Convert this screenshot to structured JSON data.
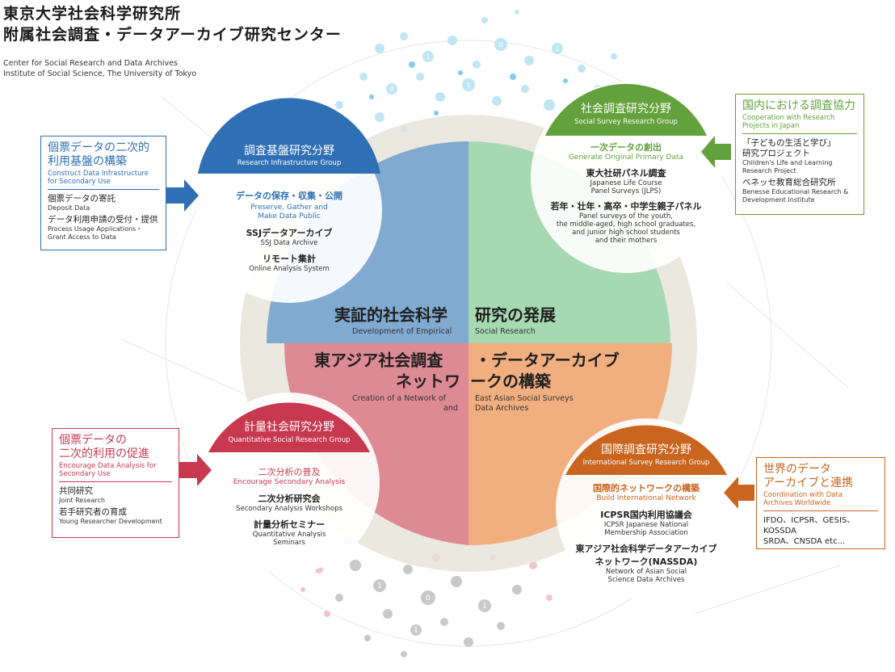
{
  "header": {
    "title_line1": "東京大学社会科学研究所",
    "title_line2": "附属社会調査・データアーカイブ研究センター",
    "en_line1": "Center for Social Research and Data Archives",
    "en_line2": "Institute of Social Science, The University of Tokyo"
  },
  "colors": {
    "blue": "#2f70b5",
    "green": "#63a13c",
    "red": "#c8384f",
    "orange": "#c9651f",
    "ring": "#e4e0d6"
  },
  "center": {
    "top_left_jp": "実証的社会科学",
    "top_right_jp": "研究の発展",
    "top_left_en": "Development of Empirical",
    "top_right_en": "Social Research",
    "bottom_line1_left": "東アジア社会調査",
    "bottom_line1_right": "・データアーカイブ",
    "bottom_line2_left": "ネットワ",
    "bottom_line2_right": "ークの構築",
    "bottom_en_left1": "Creation of a Network of",
    "bottom_en_left2": "and",
    "bottom_en_right1": "East Asian Social Surveys",
    "bottom_en_right2": "Data Archives"
  },
  "groups": {
    "infra": {
      "title": "調査基盤研究分野",
      "title_en": "Research Infrastructure Group",
      "sub": "データの保存・収集・公開",
      "sub_en1": "Preserve, Gather and",
      "sub_en2": "Make  Data  Public",
      "items": [
        {
          "jp": "SSJデータアーカイブ",
          "en": "SSJ Data Archive"
        },
        {
          "jp": "リモート集計",
          "en": "Online Analysis System"
        }
      ]
    },
    "survey": {
      "title": "社会調査研究分野",
      "title_en": "Social Survey Research Group",
      "sub": "一次データの創出",
      "sub_en": "Generate Original Primary Data",
      "item1_jp": "東大社研パネル調査",
      "item1_en1": "Japanese Life Course",
      "item1_en2": "Panel Surveys (JLPS)",
      "item2_jp": "若年・壮年・高卒・中学生親子パネル",
      "item2_en1": "Panel surveys of the youth,",
      "item2_en2": "the middle-aged, high school graduates,",
      "item2_en3": "and junior high school students",
      "item2_en4": "and their mothers"
    },
    "quant": {
      "title": "計量社会研究分野",
      "title_en": "Quantitative Social Research Group",
      "sub": "二次分析の普及",
      "sub_en": "Encourage Secondary Analysis",
      "item1_jp": "二次分析研究会",
      "item1_en": "Secondary Analysis Workshops",
      "item2_jp": "計量分析セミナー",
      "item2_en1": "Quantitative Analysis",
      "item2_en2": "Seminars"
    },
    "intl": {
      "title": "国際調査研究分野",
      "title_en": "International Survey Research Group",
      "sub": "国際的ネットワークの構築",
      "sub_en": "Build International Network",
      "item1_jp": "ICPSR国内利用協議会",
      "item1_en1": "ICPSR Japanese National",
      "item1_en2": "Membership Association",
      "item2_jp1": "東アジア社会科学データアーカイブ",
      "item2_jp2": "ネットワーク(NASSDA)",
      "item2_en1": "Network of Asian Social",
      "item2_en2": "Science Data Archives"
    }
  },
  "boxes": {
    "infra_box": {
      "title1": "個票データの二次的",
      "title2": "利用基盤の構築",
      "title_en1": "Construct Data Infrastructure",
      "title_en2": "for Secondary Use",
      "item1_jp": "個票データの寄託",
      "item1_en": "Deposit Data",
      "item2_jp": "データ利用申請の受付・提供",
      "item2_en1": "Process Usage Applications・",
      "item2_en2": "Grant Access to Data"
    },
    "domestic_box": {
      "title": "国内における調査協力",
      "title_en1": "Cooperation with Research",
      "title_en2": "Projects in Japan",
      "item1_jp1": "「子どもの生活と学び」",
      "item1_jp2": "研究プロジェクト",
      "item1_en1": "Children's Life and Learning",
      "item1_en2": "Research Project",
      "item2_jp": "ベネッセ教育総合研究所",
      "item2_en1": "Benesse Educational Research &",
      "item2_en2": "Development Institute"
    },
    "promote_box": {
      "title1": "個票データの",
      "title2": "二次的利用の促進",
      "title_en1": "Encourage Data Analysis for",
      "title_en2": "Secondary Use",
      "item1_jp": "共同研究",
      "item1_en": "Joint Research",
      "item2_jp": "若手研究者の育成",
      "item2_en": "Young Researcher Development"
    },
    "world_box": {
      "title1": "世界のデータ",
      "title2": "アーカイブと連携",
      "title_en1": "Coordination with Data",
      "title_en2": "Archives Worldwide",
      "list1": "IFDO、ICPSR、GESIS、KOSSDA",
      "list2": "SRDA、CNSDA etc..."
    }
  },
  "decor": {
    "one": "1",
    "zero": "0"
  }
}
